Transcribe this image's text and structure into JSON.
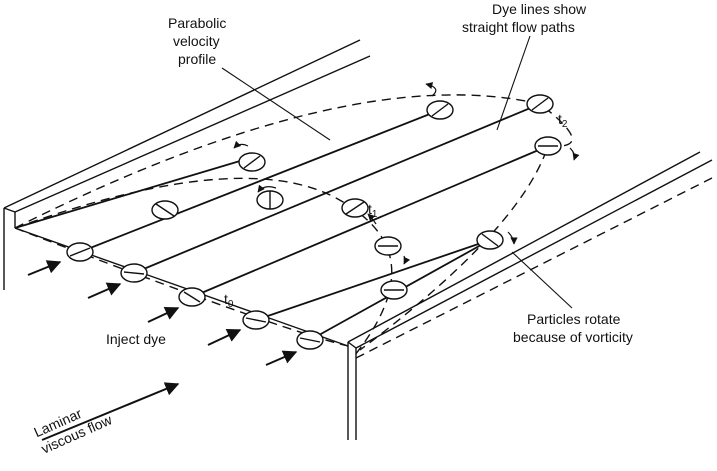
{
  "labels": {
    "parabolic_line1": "Parabolic",
    "parabolic_line2": "velocity",
    "parabolic_line3": "profile",
    "dye_lines_line1": "Dye lines show",
    "dye_lines_line2": "straight flow paths",
    "particles_line1": "Particles rotate",
    "particles_line2": "because of vorticity",
    "inject_dye": "Inject dye",
    "flow_line1": "Laminar",
    "flow_line2": "viscous flow"
  },
  "time_labels": {
    "t0_base": "t",
    "t0_sub": "0",
    "t1_base": "t",
    "t1_sub": "1",
    "t2_base": "t",
    "t2_sub": "2"
  },
  "colors": {
    "ink": "#111111",
    "background": "#ffffff"
  }
}
